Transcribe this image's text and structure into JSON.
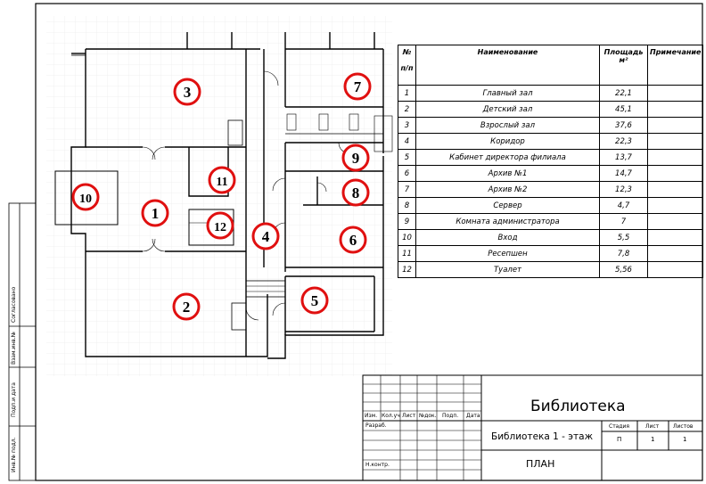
{
  "plan": {
    "room_markers": [
      "1",
      "2",
      "3",
      "4",
      "5",
      "6",
      "7",
      "8",
      "9",
      "10",
      "11",
      "12"
    ]
  },
  "table": {
    "headers": {
      "no_line1": "№",
      "no_line2": "п/п",
      "name": "Наименование",
      "area_line1": "Площадь",
      "area_line2": "м²",
      "note": "Примечание"
    },
    "rows": [
      {
        "no": "1",
        "name": "Главный зал",
        "area": "22,1",
        "note": ""
      },
      {
        "no": "2",
        "name": "Детский зал",
        "area": "45,1",
        "note": ""
      },
      {
        "no": "3",
        "name": "Взрослый зал",
        "area": "37,6",
        "note": ""
      },
      {
        "no": "4",
        "name": "Коридор",
        "area": "22,3",
        "note": ""
      },
      {
        "no": "5",
        "name": "Кабинет директора филиала",
        "area": "13,7",
        "note": ""
      },
      {
        "no": "6",
        "name": "Архив №1",
        "area": "14,7",
        "note": ""
      },
      {
        "no": "7",
        "name": "Архив №2",
        "area": "12,3",
        "note": ""
      },
      {
        "no": "8",
        "name": "Сервер",
        "area": "4,7",
        "note": ""
      },
      {
        "no": "9",
        "name": "Комната администратора",
        "area": "7",
        "note": ""
      },
      {
        "no": "10",
        "name": "Вход",
        "area": "5,5",
        "note": ""
      },
      {
        "no": "11",
        "name": "Ресепшен",
        "area": "7,8",
        "note": ""
      },
      {
        "no": "12",
        "name": "Туалет",
        "area": "5,56",
        "note": ""
      }
    ]
  },
  "title_block": {
    "project": "Библиотека",
    "sheet_title": "Библиотека 1 - этаж",
    "drawing": "ПЛАН",
    "cols": {
      "izm": "Изм.",
      "kol": "Кол.уч",
      "list": "Лист",
      "ndok": "№док.",
      "podp": "Подп.",
      "data": "Дата"
    },
    "razrab": "Разраб.",
    "nkontr": "Н.контр.",
    "stage_label": "Стадия",
    "sheet_label": "Лист",
    "sheets_label": "Листов",
    "stage": "П",
    "sheet": "1",
    "sheets": "1"
  },
  "side_stamp": {
    "agreed": "Согласовано",
    "replaced": "Взам.инв.№",
    "sign_date": "Подп.и дата",
    "inv_orig": "Инв.№ подл."
  }
}
